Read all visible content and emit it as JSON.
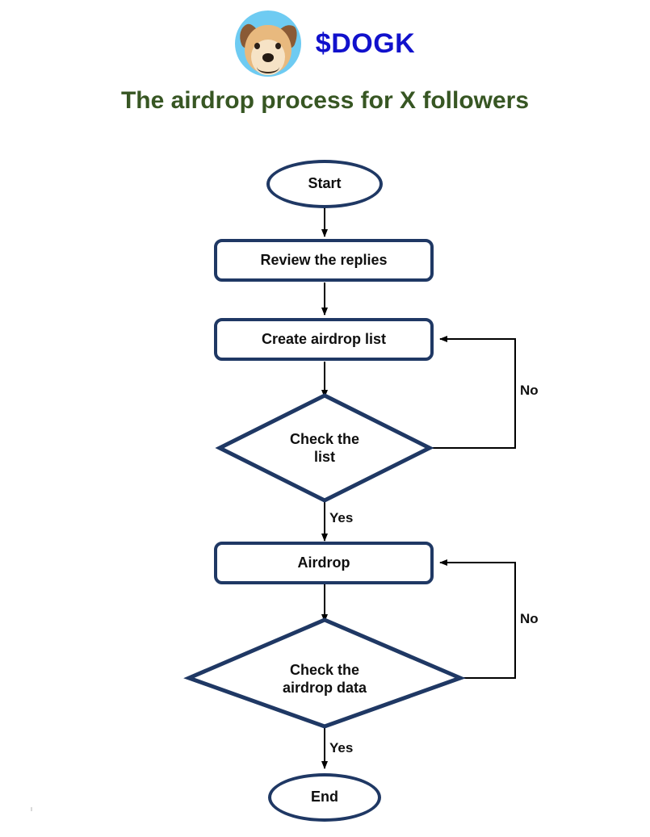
{
  "brand": {
    "avatar_icon": "dog-avatar-icon",
    "ticker": "$DOGK"
  },
  "title": "The airdrop process for X followers",
  "flowchart": {
    "type": "flowchart",
    "orientation": "top-to-bottom",
    "nodes": [
      {
        "id": "start",
        "shape": "terminator",
        "label": "Start"
      },
      {
        "id": "review",
        "shape": "process",
        "label": "Review the replies"
      },
      {
        "id": "create",
        "shape": "process",
        "label": "Create airdrop list"
      },
      {
        "id": "check_list",
        "shape": "decision",
        "label_line1": "Check the",
        "label_line2": "list"
      },
      {
        "id": "airdrop",
        "shape": "process",
        "label": "Airdrop"
      },
      {
        "id": "check_data",
        "shape": "decision",
        "label_line1": "Check the",
        "label_line2": "airdrop data"
      },
      {
        "id": "end",
        "shape": "terminator",
        "label": "End"
      }
    ],
    "edges": [
      {
        "from": "start",
        "to": "review",
        "label": ""
      },
      {
        "from": "review",
        "to": "create",
        "label": ""
      },
      {
        "from": "create",
        "to": "check_list",
        "label": ""
      },
      {
        "from": "check_list",
        "to": "airdrop",
        "label": "Yes"
      },
      {
        "from": "check_list",
        "to": "create",
        "label": "No"
      },
      {
        "from": "airdrop",
        "to": "check_data",
        "label": ""
      },
      {
        "from": "check_data",
        "to": "end",
        "label": "Yes"
      },
      {
        "from": "check_data",
        "to": "airdrop",
        "label": "No"
      }
    ],
    "labels": {
      "yes_list": "Yes",
      "no_list": "No",
      "yes_data": "Yes",
      "no_data": "No"
    }
  },
  "colors": {
    "node_border": "#1f3864",
    "title": "#375623",
    "ticker": "#1111cc",
    "avatar_background": "#6ecbf2",
    "connector": "#000000",
    "background": "#ffffff"
  }
}
